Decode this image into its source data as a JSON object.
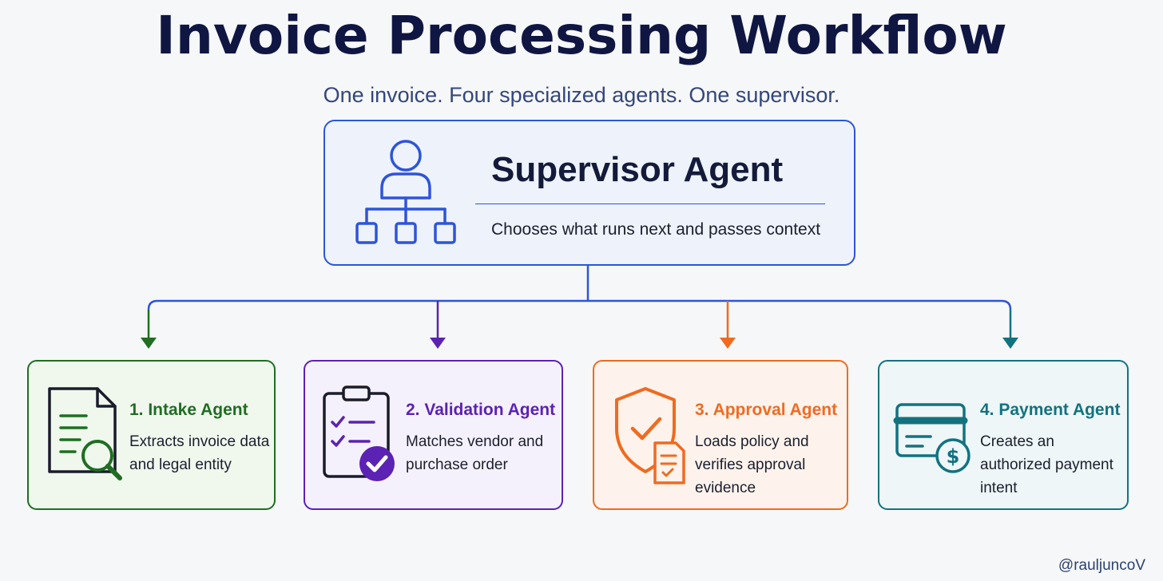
{
  "title": "Invoice Processing Workflow",
  "subtitle": "One invoice. Four specialized agents. One supervisor.",
  "supervisor": {
    "title": "Supervisor Agent",
    "description": "Chooses what runs next and passes context",
    "icon": "org-chart-icon",
    "color": "#2d55d8"
  },
  "agents": [
    {
      "name": "1. Intake Agent",
      "description": "Extracts invoice data and legal entity",
      "icon": "document-search-icon",
      "color": "#1f6e22",
      "background": "#f0f8ee"
    },
    {
      "name": "2. Validation Agent",
      "description": "Matches vendor and purchase order",
      "icon": "clipboard-check-icon",
      "color": "#5b22b3",
      "background": "#f5f1fc"
    },
    {
      "name": "3. Approval Agent",
      "description": "Loads policy and verifies approval evidence",
      "icon": "shield-check-icon",
      "color": "#f16a1f",
      "background": "#fdf3ec"
    },
    {
      "name": "4. Payment Agent",
      "description": "Creates an authorized payment intent",
      "icon": "card-dollar-icon",
      "color": "#137280",
      "background": "#eef6f7"
    }
  ],
  "handle": "@rauljuncoV"
}
